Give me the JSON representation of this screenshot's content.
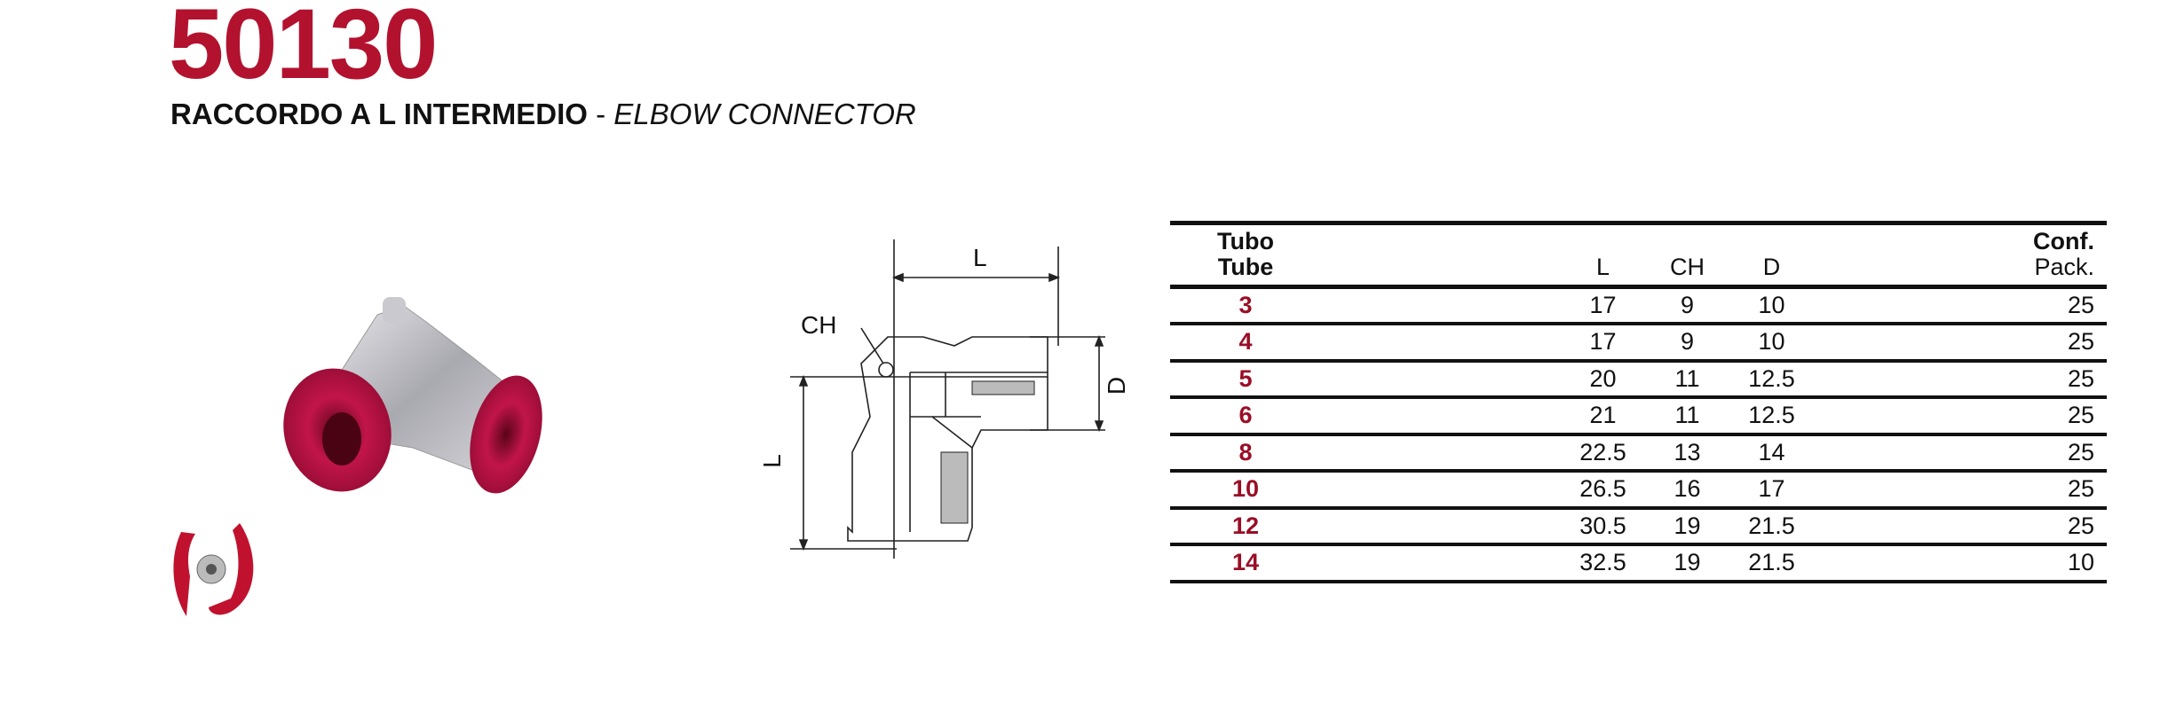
{
  "header": {
    "code": "50130",
    "title_it": "RACCORDO A L INTERMEDIO",
    "separator": " - ",
    "title_en": "ELBOW CONNECTOR"
  },
  "drawing": {
    "label_l_top": "L",
    "label_ch": "CH",
    "label_d": "D",
    "label_l_side": "L"
  },
  "table": {
    "headers": {
      "tube_it": "Tubo",
      "tube_en": "Tube",
      "l": "L",
      "ch": "CH",
      "d": "D",
      "pack_it": "Conf.",
      "pack_en": "Pack."
    },
    "rows": [
      {
        "tube": "3",
        "l": "17",
        "ch": "9",
        "d": "10",
        "pack": "25"
      },
      {
        "tube": "4",
        "l": "17",
        "ch": "9",
        "d": "10",
        "pack": "25"
      },
      {
        "tube": "5",
        "l": "20",
        "ch": "11",
        "d": "12.5",
        "pack": "25"
      },
      {
        "tube": "6",
        "l": "21",
        "ch": "11",
        "d": "12.5",
        "pack": "25"
      },
      {
        "tube": "8",
        "l": "22.5",
        "ch": "13",
        "d": "14",
        "pack": "25"
      },
      {
        "tube": "10",
        "l": "26.5",
        "ch": "16",
        "d": "17",
        "pack": "25"
      },
      {
        "tube": "12",
        "l": "30.5",
        "ch": "19",
        "d": "21.5",
        "pack": "25"
      },
      {
        "tube": "14",
        "l": "32.5",
        "ch": "19",
        "d": "21.5",
        "pack": "10"
      }
    ]
  },
  "colors": {
    "brand_red": "#b3122e",
    "tube_red": "#9a0e26"
  }
}
